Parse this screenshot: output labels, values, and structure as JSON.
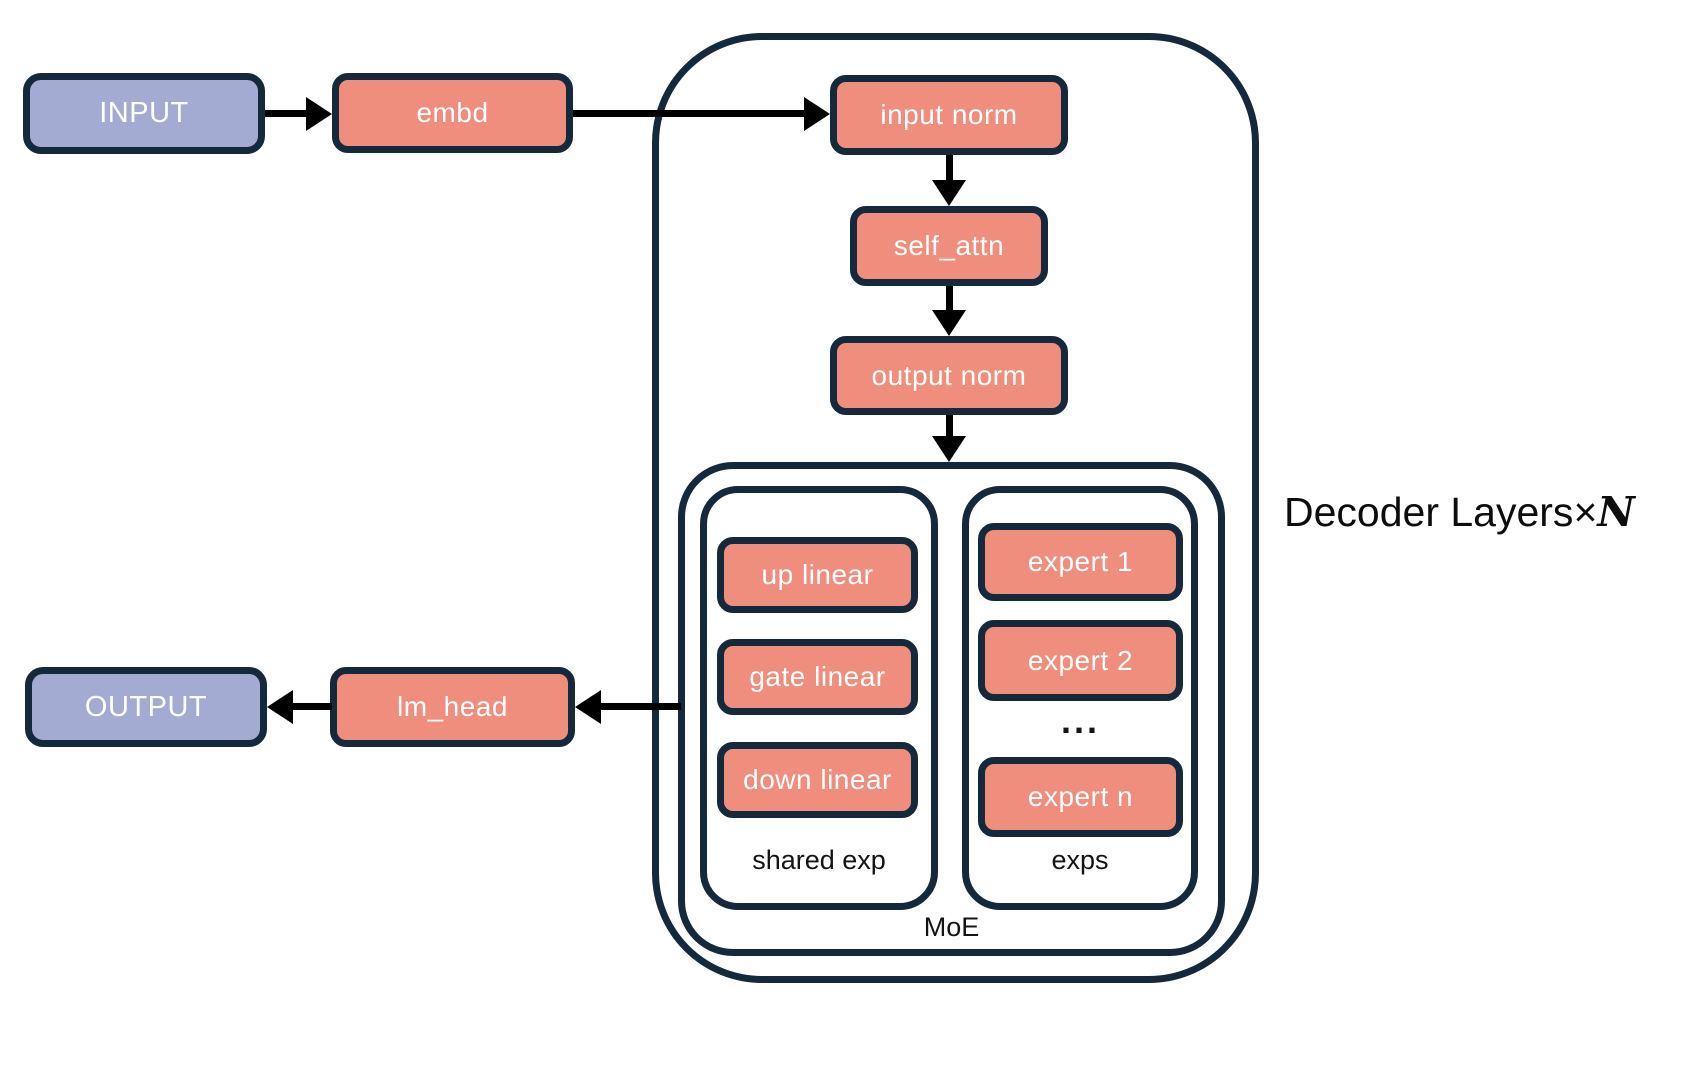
{
  "colors": {
    "stroke_navy": "#14293c",
    "box_salmon": "#ef8e7c",
    "box_purple": "#a3abd3",
    "arrow_black": "#000000",
    "label_dark": "#141414"
  },
  "io": {
    "input_label": "INPUT",
    "output_label": "OUTPUT"
  },
  "blocks": {
    "embd": "embd",
    "lm_head": "lm_head",
    "input_norm": "input norm",
    "self_attn": "self_attn",
    "output_norm": "output norm"
  },
  "decoder": {
    "label_prefix": "Decoder Layers",
    "times_symbol": "×",
    "n_symbol": "N"
  },
  "moe": {
    "label": "MoE",
    "shared_exp": {
      "label": "shared exp",
      "items": [
        "up linear",
        "gate linear",
        "down linear"
      ]
    },
    "exps": {
      "label": "exps",
      "items": [
        "expert 1",
        "expert 2",
        "expert n"
      ],
      "ellipsis": "..."
    }
  }
}
